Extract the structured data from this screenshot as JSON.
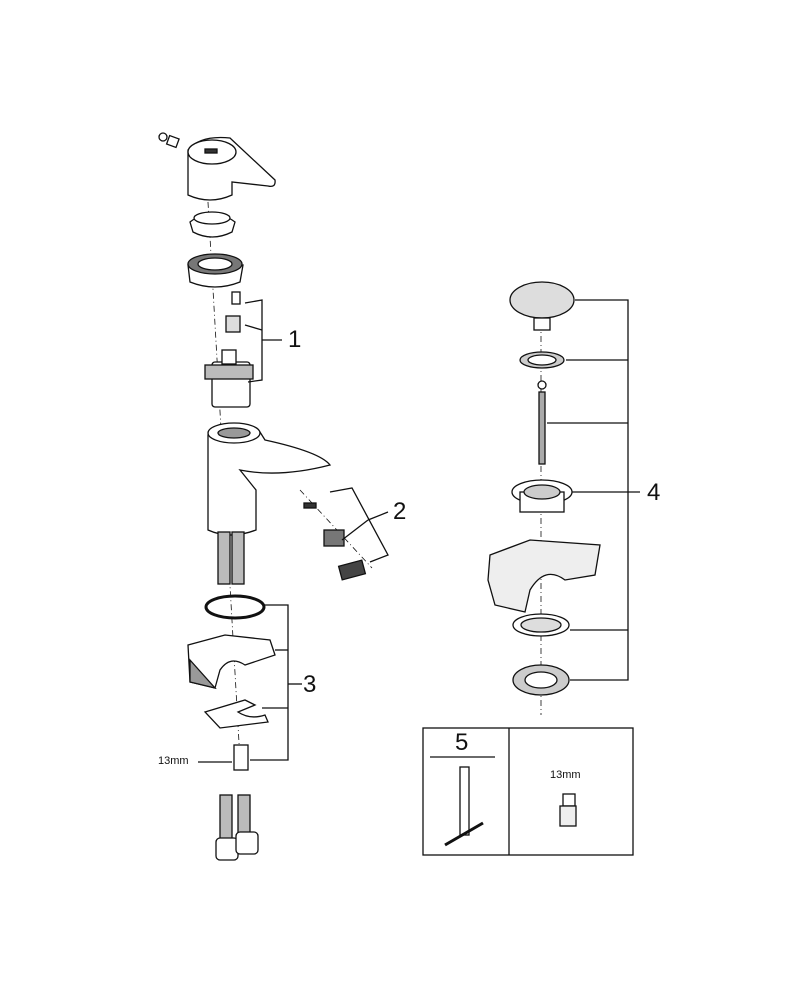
{
  "callouts": {
    "c1": "1",
    "c2": "2",
    "c3": "3",
    "c4": "4",
    "c5": "5"
  },
  "size_labels": {
    "nipple": "13mm",
    "box_nipple": "13mm"
  },
  "colors": {
    "line": "#111111",
    "fill": "#ffffff",
    "shade": "#cfcfcf"
  }
}
